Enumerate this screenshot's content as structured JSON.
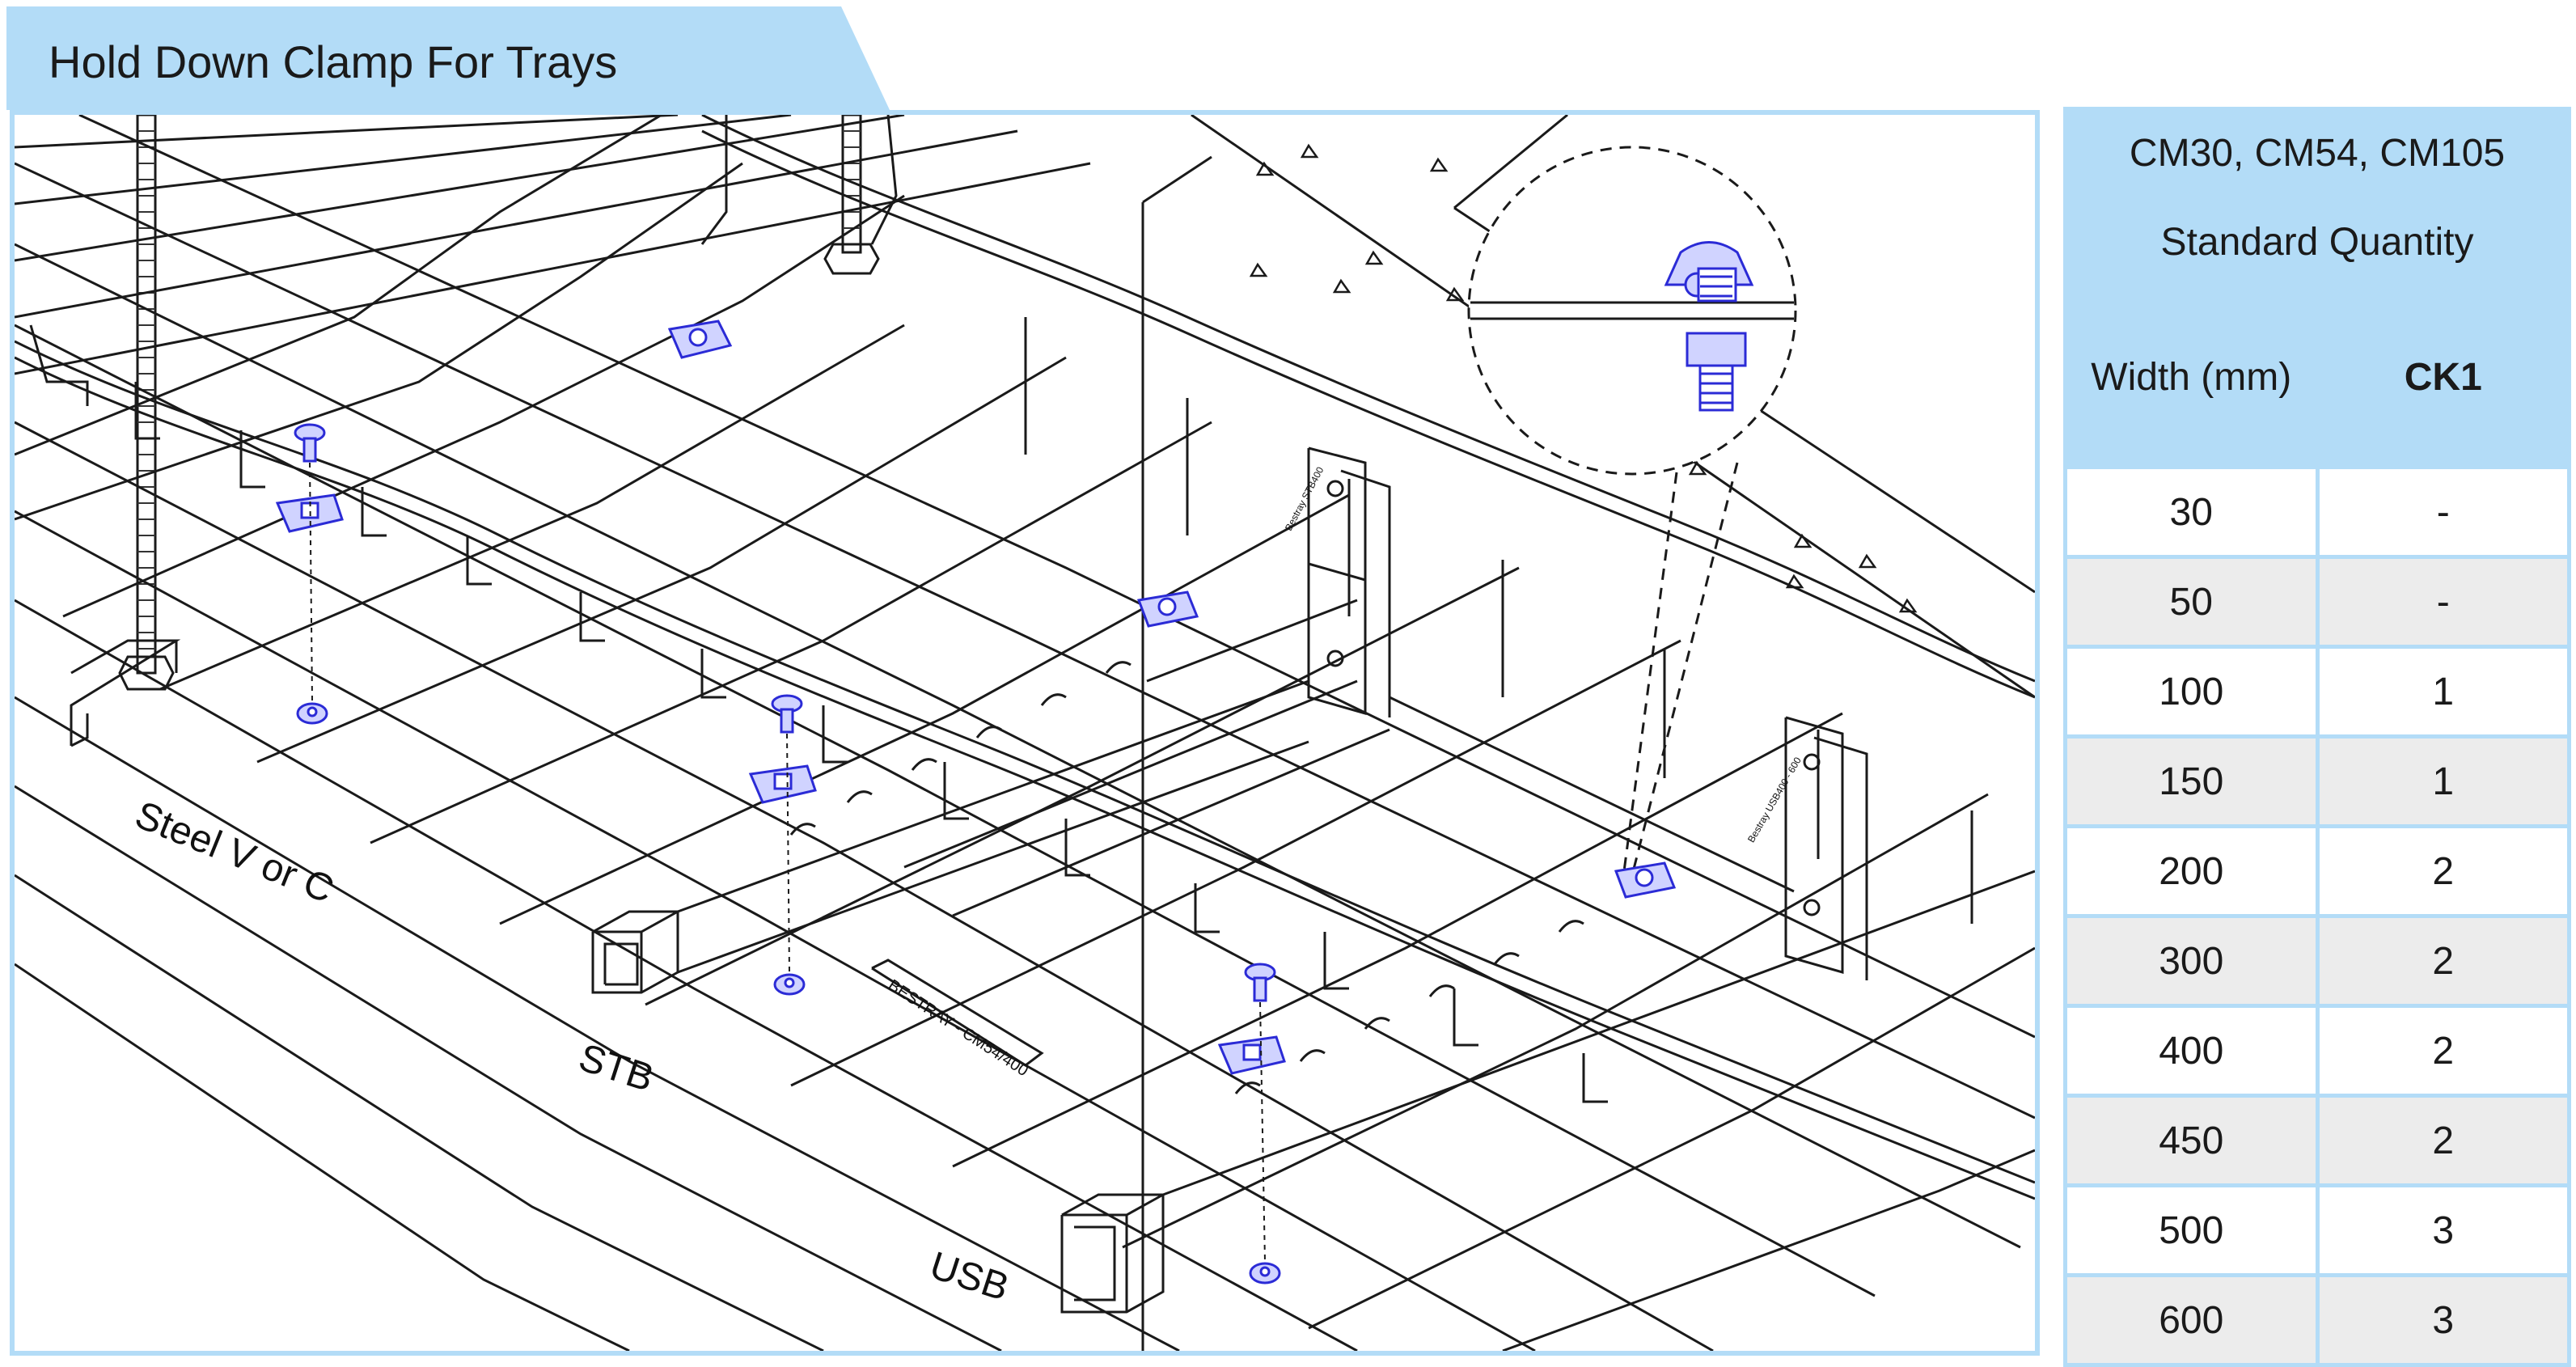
{
  "title": "Hold Down Clamp For Trays",
  "labels": {
    "steel": "Steel V or C",
    "stb": "STB",
    "usb": "USB",
    "tray_stamp": "BESTRAY - CM54/400",
    "bracket_stamp_1": "Bestray STB400",
    "bracket_stamp_2": "Bestray USB400 - 600"
  },
  "table": {
    "models": "CM30, CM54, CM105",
    "subtitle": "Standard Quantity",
    "col_width": "Width (mm)",
    "col_part": "CK1",
    "rows": [
      {
        "width": "30",
        "qty": "-"
      },
      {
        "width": "50",
        "qty": "-"
      },
      {
        "width": "100",
        "qty": "1"
      },
      {
        "width": "150",
        "qty": "1"
      },
      {
        "width": "200",
        "qty": "2"
      },
      {
        "width": "300",
        "qty": "2"
      },
      {
        "width": "400",
        "qty": "2"
      },
      {
        "width": "450",
        "qty": "2"
      },
      {
        "width": "500",
        "qty": "3"
      },
      {
        "width": "600",
        "qty": "3"
      }
    ]
  },
  "colors": {
    "accent": "#b3dcf7",
    "clamp": "#2b2bd6",
    "line": "#1a1a1a",
    "alt_row": "#ececec"
  }
}
